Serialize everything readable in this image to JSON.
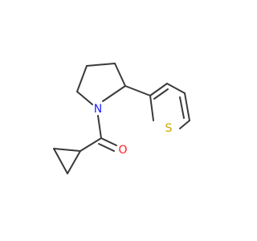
{
  "molecule": {
    "atoms": {
      "nitrogen": {
        "symbol": "N",
        "color": "#2020ff"
      },
      "oxygen": {
        "symbol": "O",
        "color": "#ff2020"
      },
      "sulfur": {
        "symbol": "S",
        "color": "#c8a800"
      }
    },
    "bond_color": "#3a3a3a",
    "background": "#ffffff"
  }
}
